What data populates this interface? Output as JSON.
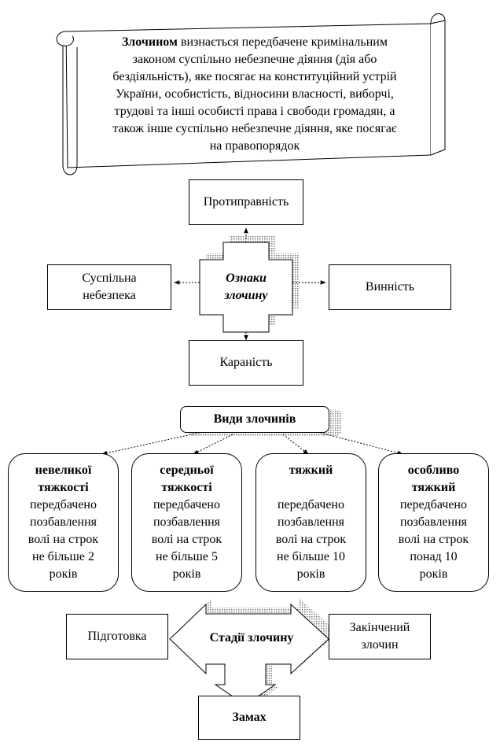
{
  "definition": {
    "term": "Злочином",
    "lines": [
      "визнається передбачене кримінальним",
      "законом суспільно небезпечне діяння (дія або",
      "бездіяльність), яке посягає на конституційний устрій",
      "України, особистість, відносини власності, виборчі,",
      "трудові та інші особисті права і свободи громадян, а",
      "також інше суспільно небезпечне діяння, яке посягає",
      "на правопорядок"
    ]
  },
  "signs": {
    "center_line1": "Ознаки",
    "center_line2": "злочину",
    "top": "Протиправність",
    "left_line1": "Суспільна",
    "left_line2": "небезпека",
    "right": "Винність",
    "bottom": "Караність"
  },
  "types": {
    "title": "Види злочинів",
    "cards": [
      {
        "name_line1": "невеликої",
        "name_line2": "тяжкості",
        "desc": [
          "передбачено",
          "позбавлення",
          "волі на строк",
          "не більше 2",
          "років"
        ]
      },
      {
        "name_line1": "середньої",
        "name_line2": "тяжкості",
        "desc": [
          "передбачено",
          "позбавлення",
          "волі на строк",
          "не більше 5",
          "років"
        ]
      },
      {
        "name_line1": "тяжкий",
        "name_line2": "",
        "desc": [
          "передбачено",
          "позбавлення",
          "волі на строк",
          "не більше 10",
          "років"
        ]
      },
      {
        "name_line1": "особливо",
        "name_line2": "тяжкий",
        "desc": [
          "передбачено",
          "позбавлення",
          "волі на строк",
          "понад 10",
          "років"
        ]
      }
    ]
  },
  "stages": {
    "center": "Стадії злочину",
    "left": "Підготовка",
    "right_line1": "Закінчений",
    "right_line2": "злочин",
    "bottom": "Замах"
  }
}
